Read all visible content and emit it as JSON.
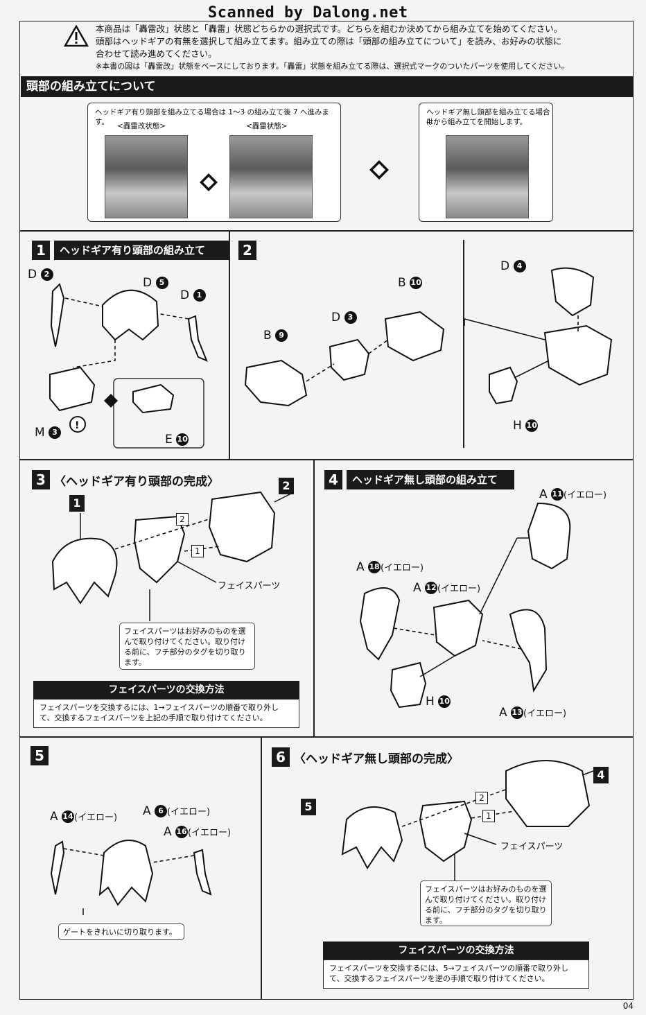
{
  "watermark": "Scanned by Dalong.net",
  "warning": {
    "line1": "本商品は「轟雷改」状態と「轟雷」状態どちらかの選択式です。どちらを組むか決めてから組み立てを始めてください。",
    "line2": "頭部はヘッドギアの有無を選択して組み立てます。組み立ての際は「頭部の組み立てについて」を読み、お好みの状態に",
    "line3": "合わせて読み進めてください。",
    "note": "※本書の図は「轟雷改」状態をベースにしております。「轟雷」状態を組み立てる際は、選択式マークのついたパーツを使用してください。"
  },
  "section_title": "頭部の組み立てについて",
  "head_options": {
    "with_gear_text": "ヘッドギア有り頭部を組み立てる場合は 1〜3 の組み立て後 7 へ進みます。",
    "kai_label": "<轟雷改状態>",
    "gourai_label": "<轟雷状態>",
    "without_gear_text_1": "ヘッドギア無し頭部を組み立てる場合は",
    "without_gear_text_2": "4 から組み立てを開始します。"
  },
  "step1": {
    "num": "1",
    "title": "ヘッドギア有り頭部の組み立て",
    "parts": [
      "D",
      "2",
      "D",
      "5",
      "D",
      "1",
      "M",
      "3",
      "E",
      "10"
    ]
  },
  "step2": {
    "num": "2",
    "parts": [
      "B",
      "10",
      "D",
      "3",
      "B",
      "9",
      "D",
      "4",
      "H",
      "10"
    ]
  },
  "step3": {
    "num": "3",
    "title": "〈ヘッドギア有り頭部の完成〉",
    "ref1": "1",
    "ref2": "2",
    "order1": "1",
    "order2": "2",
    "face_label": "フェイスパーツ",
    "note": "フェイスパーツはお好みのものを選んで取り付けてください。取り付ける前に、フチ部分のタグを切り取ります。",
    "exchange_title": "フェイスパーツの交換方法",
    "exchange_text": "フェイスパーツを交換するには、1→フェイスパーツの順番で取り外して、交換するフェイスパーツを上記の手順で取り付けてください。"
  },
  "step4": {
    "num": "4",
    "title": "ヘッドギア無し頭部の組み立て",
    "parts": [
      {
        "runner": "A",
        "no": "11",
        "color": "(イエロー)"
      },
      {
        "runner": "A",
        "no": "18",
        "color": "(イエロー)"
      },
      {
        "runner": "A",
        "no": "12",
        "color": "(イエロー)"
      },
      {
        "runner": "H",
        "no": "10",
        "color": ""
      },
      {
        "runner": "A",
        "no": "13",
        "color": "(イエロー)"
      }
    ]
  },
  "step5": {
    "num": "5",
    "parts": [
      {
        "runner": "A",
        "no": "14",
        "color": "(イエロー)"
      },
      {
        "runner": "A",
        "no": "6",
        "color": "(イエロー)"
      },
      {
        "runner": "A",
        "no": "16",
        "color": "(イエロー)"
      }
    ],
    "note": "ゲートをきれいに切り取ります。"
  },
  "step6": {
    "num": "6",
    "title": "〈ヘッドギア無し頭部の完成〉",
    "ref5": "5",
    "ref4": "4",
    "order1": "1",
    "order2": "2",
    "face_label": "フェイスパーツ",
    "note": "フェイスパーツはお好みのものを選んで取り付けてください。取り付ける前に、フチ部分のタグを切り取ります。",
    "exchange_title": "フェイスパーツの交換方法",
    "exchange_text": "フェイスパーツを交換するには、5→フェイスパーツの順番で取り外して、交換するフェイスパーツを逆の手順で取り付けてください。"
  },
  "page_number": "04"
}
